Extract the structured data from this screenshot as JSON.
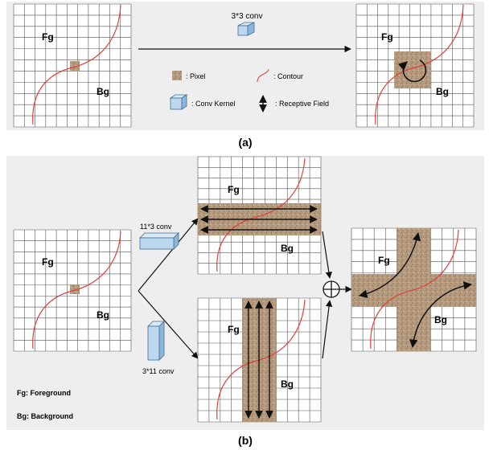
{
  "colors": {
    "panel_bg": "#eeeeee",
    "grid_line": "#555555",
    "contour": "#e0403a",
    "pixel_fill": "#b59a7e",
    "kernel_fill": "#bcd7ee",
    "kernel_stroke": "#3d6f96",
    "arrow": "#111111"
  },
  "panel_a": {
    "caption": "(a)",
    "conv_label": "3*3 conv",
    "left_grid": {
      "fg_label": "Fg",
      "bg_label": "Bg"
    },
    "right_grid": {
      "fg_label": "Fg",
      "bg_label": "Bg"
    },
    "legend": {
      "pixel": ": Pixel",
      "contour": ": Contour",
      "conv_kernel": ": Conv Kernel",
      "receptive_field": ": Receptive Field"
    }
  },
  "panel_b": {
    "caption": "(b)",
    "input_grid": {
      "fg_label": "Fg",
      "bg_label": "Bg"
    },
    "top_grid": {
      "fg_label": "Fg",
      "bg_label": "Bg"
    },
    "bottom_grid": {
      "fg_label": "Fg",
      "bg_label": "Bg"
    },
    "output_grid": {
      "fg_label": "Fg",
      "bg_label": "Bg"
    },
    "horizontal_conv_label": "11*3 conv",
    "vertical_conv_label": "3*11 conv",
    "fg_note": "Fg: Foreground",
    "bg_note": "Bg: Background"
  }
}
